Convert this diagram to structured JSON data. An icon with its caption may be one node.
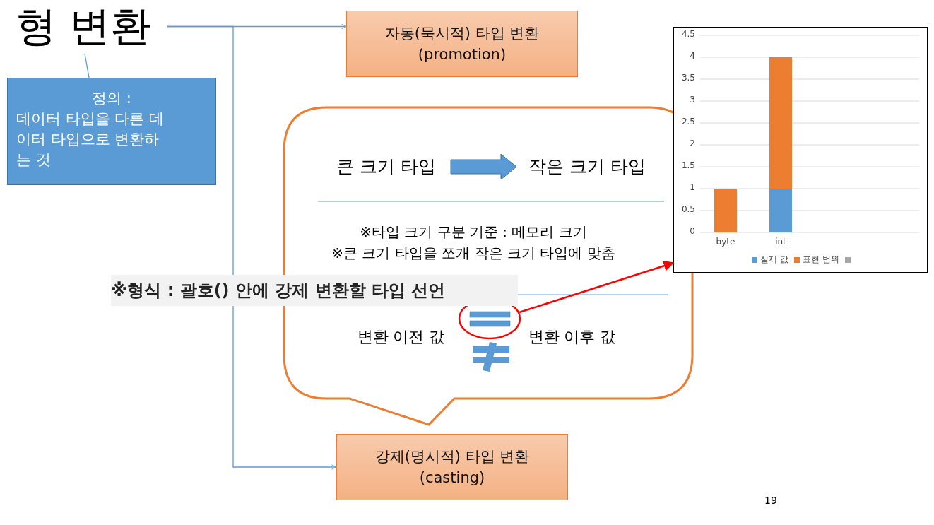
{
  "diagram": {
    "nodes": [
      {
        "text": [
          "형 변환"
        ]
      },
      {
        "text": [
          "자동(묵시적) 타입 변환 (promotion)"
        ]
      },
      {
        "text": [
          "정의 :",
          "데이터 타입을 다른 데이터 타입으로 변환하는 것"
        ]
      },
      {
        "text": [],
        "shape": "box"
      },
      {
        "text": [
          "※타입 크기 구분 기준 : 메모리 크기",
          "※큰 크기 타입을 쪼개 작은 크기 타입에 맞춤"
        ]
      },
      {
        "text": [
          "큰 크기 타입"
        ],
        "in": 4
      },
      {
        "text": [
          "작은 크기 타입"
        ],
        "in": 4
      },
      {
        "text": [],
        "shape": "circle",
        "in": 4
      },
      {
        "text": [
          "강제(명시적) 타입 변환 (casting)"
        ]
      }
    ],
    "edges": [
      {
        "from": 0,
        "to": 1,
        "arrow": "to"
      },
      {
        "from": 0,
        "to": 8,
        "arrow": "to"
      },
      {
        "from": 0,
        "to": 2,
        "arrow": "none"
      },
      {
        "from": 5,
        "to": 6,
        "arrow": "to",
        "style": "thick"
      },
      {
        "from": 7,
        "to": 3,
        "arrow": "to",
        "color": "#ff0000"
      }
    ],
    "labels": [
      "※형식 : 괄호() 안에 강제 변환할 타입 선언",
      "변환 이전 값",
      "변환 이후 값",
      "19"
    ],
    "chart_data": {
      "type": "bar",
      "stacked": true,
      "grid": true,
      "legend": "bottom",
      "categories": [
        "byte",
        "int"
      ],
      "series": [
        {
          "name": "실제 값",
          "color": "#5b9bd5",
          "values": [
            0,
            1
          ]
        },
        {
          "name": "표현 범위",
          "color": "#ed7d31",
          "values": [
            1,
            3
          ]
        },
        {
          "color": "#a5a5a5",
          "values": [
            null,
            null
          ]
        }
      ],
      "ylim": [
        0,
        4.5
      ],
      "yticks": [
        0,
        0.5,
        1,
        1.5,
        2,
        2.5,
        3,
        3.5,
        4,
        4.5
      ]
    }
  }
}
